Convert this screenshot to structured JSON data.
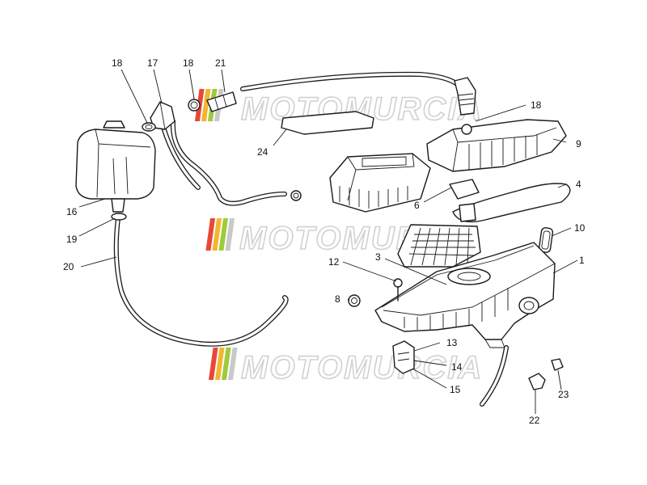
{
  "watermark": {
    "text": "MOTOMURCIA",
    "stripe_colors": [
      "#e8473a",
      "#f2b62f",
      "#9ecb3c",
      "#c9c9c9"
    ]
  },
  "callouts": [
    "18",
    "17",
    "18",
    "21",
    "18",
    "24",
    "9",
    "4",
    "6",
    "16",
    "19",
    "10",
    "1",
    "20",
    "12",
    "3",
    "8",
    "13",
    "14",
    "15",
    "23",
    "22"
  ]
}
